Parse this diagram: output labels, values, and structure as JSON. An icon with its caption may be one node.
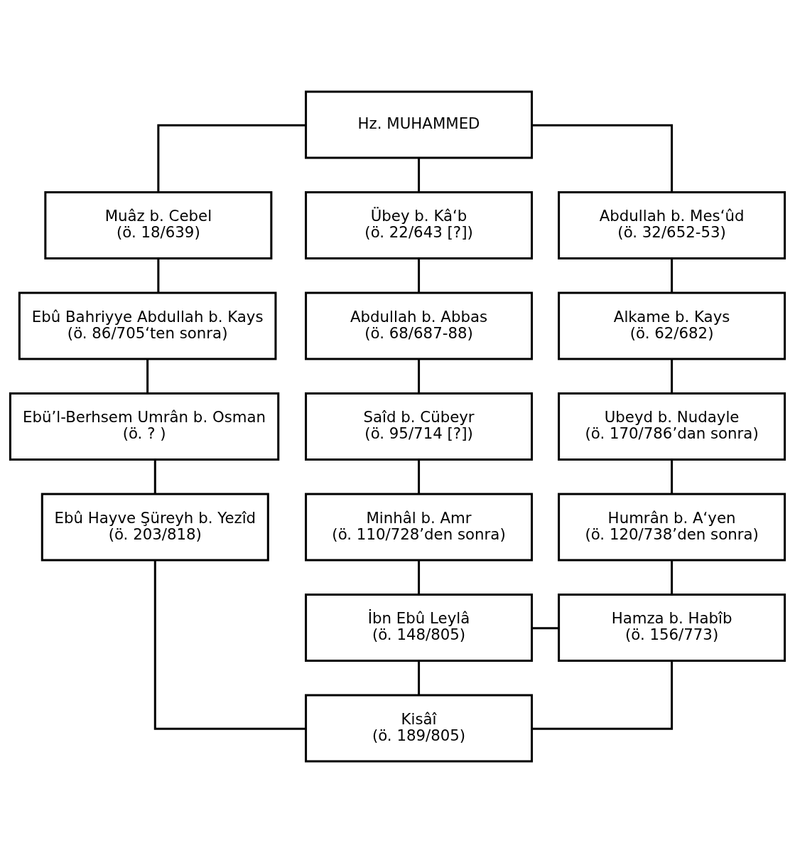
{
  "diagram": {
    "nodes": [
      {
        "text": [
          "Hz. MUHAMMED"
        ]
      },
      {
        "text": [
          "Muâz b. Cebel",
          "(ö. 18/639)"
        ]
      },
      {
        "text": [
          "Übey b. Kâ‘b",
          "(ö. 22/643 [?])"
        ]
      },
      {
        "text": [
          "Abdullah b. Mes‘ûd",
          "(ö. 32/652-53)"
        ]
      },
      {
        "text": [
          "Ebû Bahriyye Abdullah b. Kays",
          "(ö. 86/705‘ten sonra)"
        ]
      },
      {
        "text": [
          "Abdullah b. Abbas",
          "(ö. 68/687-88)"
        ]
      },
      {
        "text": [
          "Alkame b. Kays",
          "(ö. 62/682)"
        ]
      },
      {
        "text": [
          "Ebü’l-Berhsem Umrân b. Osman",
          "(ö. ? )"
        ]
      },
      {
        "text": [
          "Saîd b. Cübeyr",
          "(ö. 95/714 [?])"
        ]
      },
      {
        "text": [
          "Ubeyd b. Nudayle",
          "(ö. 170/786’dan sonra)"
        ]
      },
      {
        "text": [
          "Ebû Hayve Şüreyh b. Yezîd",
          "(ö. 203/818)"
        ]
      },
      {
        "text": [
          "Minhâl b. Amr",
          "(ö. 110/728’den sonra)"
        ]
      },
      {
        "text": [
          "Humrân b. A‘yen",
          "(ö. 120/738’den sonra)"
        ]
      },
      {
        "text": [
          "İbn Ebû Leylâ",
          "(ö. 148/805)"
        ]
      },
      {
        "text": [
          "Hamza b. Habîb",
          "(ö. 156/773)"
        ]
      },
      {
        "text": [
          "Kisâî",
          "(ö. 189/805)"
        ]
      }
    ],
    "edges": [
      {
        "from": 0,
        "to": 1,
        "arrow": "none"
      },
      {
        "from": 0,
        "to": 2,
        "arrow": "none"
      },
      {
        "from": 0,
        "to": 3,
        "arrow": "none"
      },
      {
        "from": 1,
        "to": 4,
        "arrow": "none"
      },
      {
        "from": 2,
        "to": 5,
        "arrow": "none"
      },
      {
        "from": 3,
        "to": 6,
        "arrow": "none"
      },
      {
        "from": 4,
        "to": 7,
        "arrow": "none"
      },
      {
        "from": 5,
        "to": 8,
        "arrow": "none"
      },
      {
        "from": 6,
        "to": 9,
        "arrow": "none"
      },
      {
        "from": 7,
        "to": 10,
        "arrow": "none"
      },
      {
        "from": 8,
        "to": 11,
        "arrow": "none"
      },
      {
        "from": 9,
        "to": 12,
        "arrow": "none"
      },
      {
        "from": 11,
        "to": 13,
        "arrow": "none"
      },
      {
        "from": 12,
        "to": 14,
        "arrow": "none"
      },
      {
        "from": 13,
        "to": 14,
        "arrow": "none"
      },
      {
        "from": 10,
        "to": 15,
        "arrow": "none"
      },
      {
        "from": 13,
        "to": 15,
        "arrow": "none"
      },
      {
        "from": 14,
        "to": 15,
        "arrow": "none"
      }
    ]
  }
}
